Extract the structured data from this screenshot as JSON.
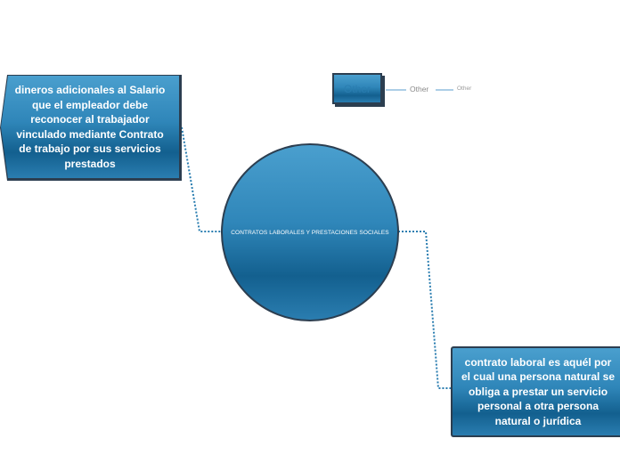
{
  "center": {
    "label": "CONTRATOS LABORALES Y PRESTACIONES SOCIALES"
  },
  "left_node": {
    "label": "dineros adicionales al Salario que el empleador debe reconocer al trabajador vinculado mediante Contrato de trabajo por sus servicios prestados"
  },
  "right_node": {
    "label": "contrato laboral es aquél por el cual una persona natural se obliga a prestar un servicio personal a otra persona natural o jurídica"
  },
  "other": {
    "box_label": "Other",
    "child_label": "Other",
    "grandchild_label": "Other"
  },
  "colors": {
    "node_blue": "#2a7db0",
    "node_dark": "#13608f",
    "border": "#2c3e50",
    "connector": "#2a7db0"
  }
}
